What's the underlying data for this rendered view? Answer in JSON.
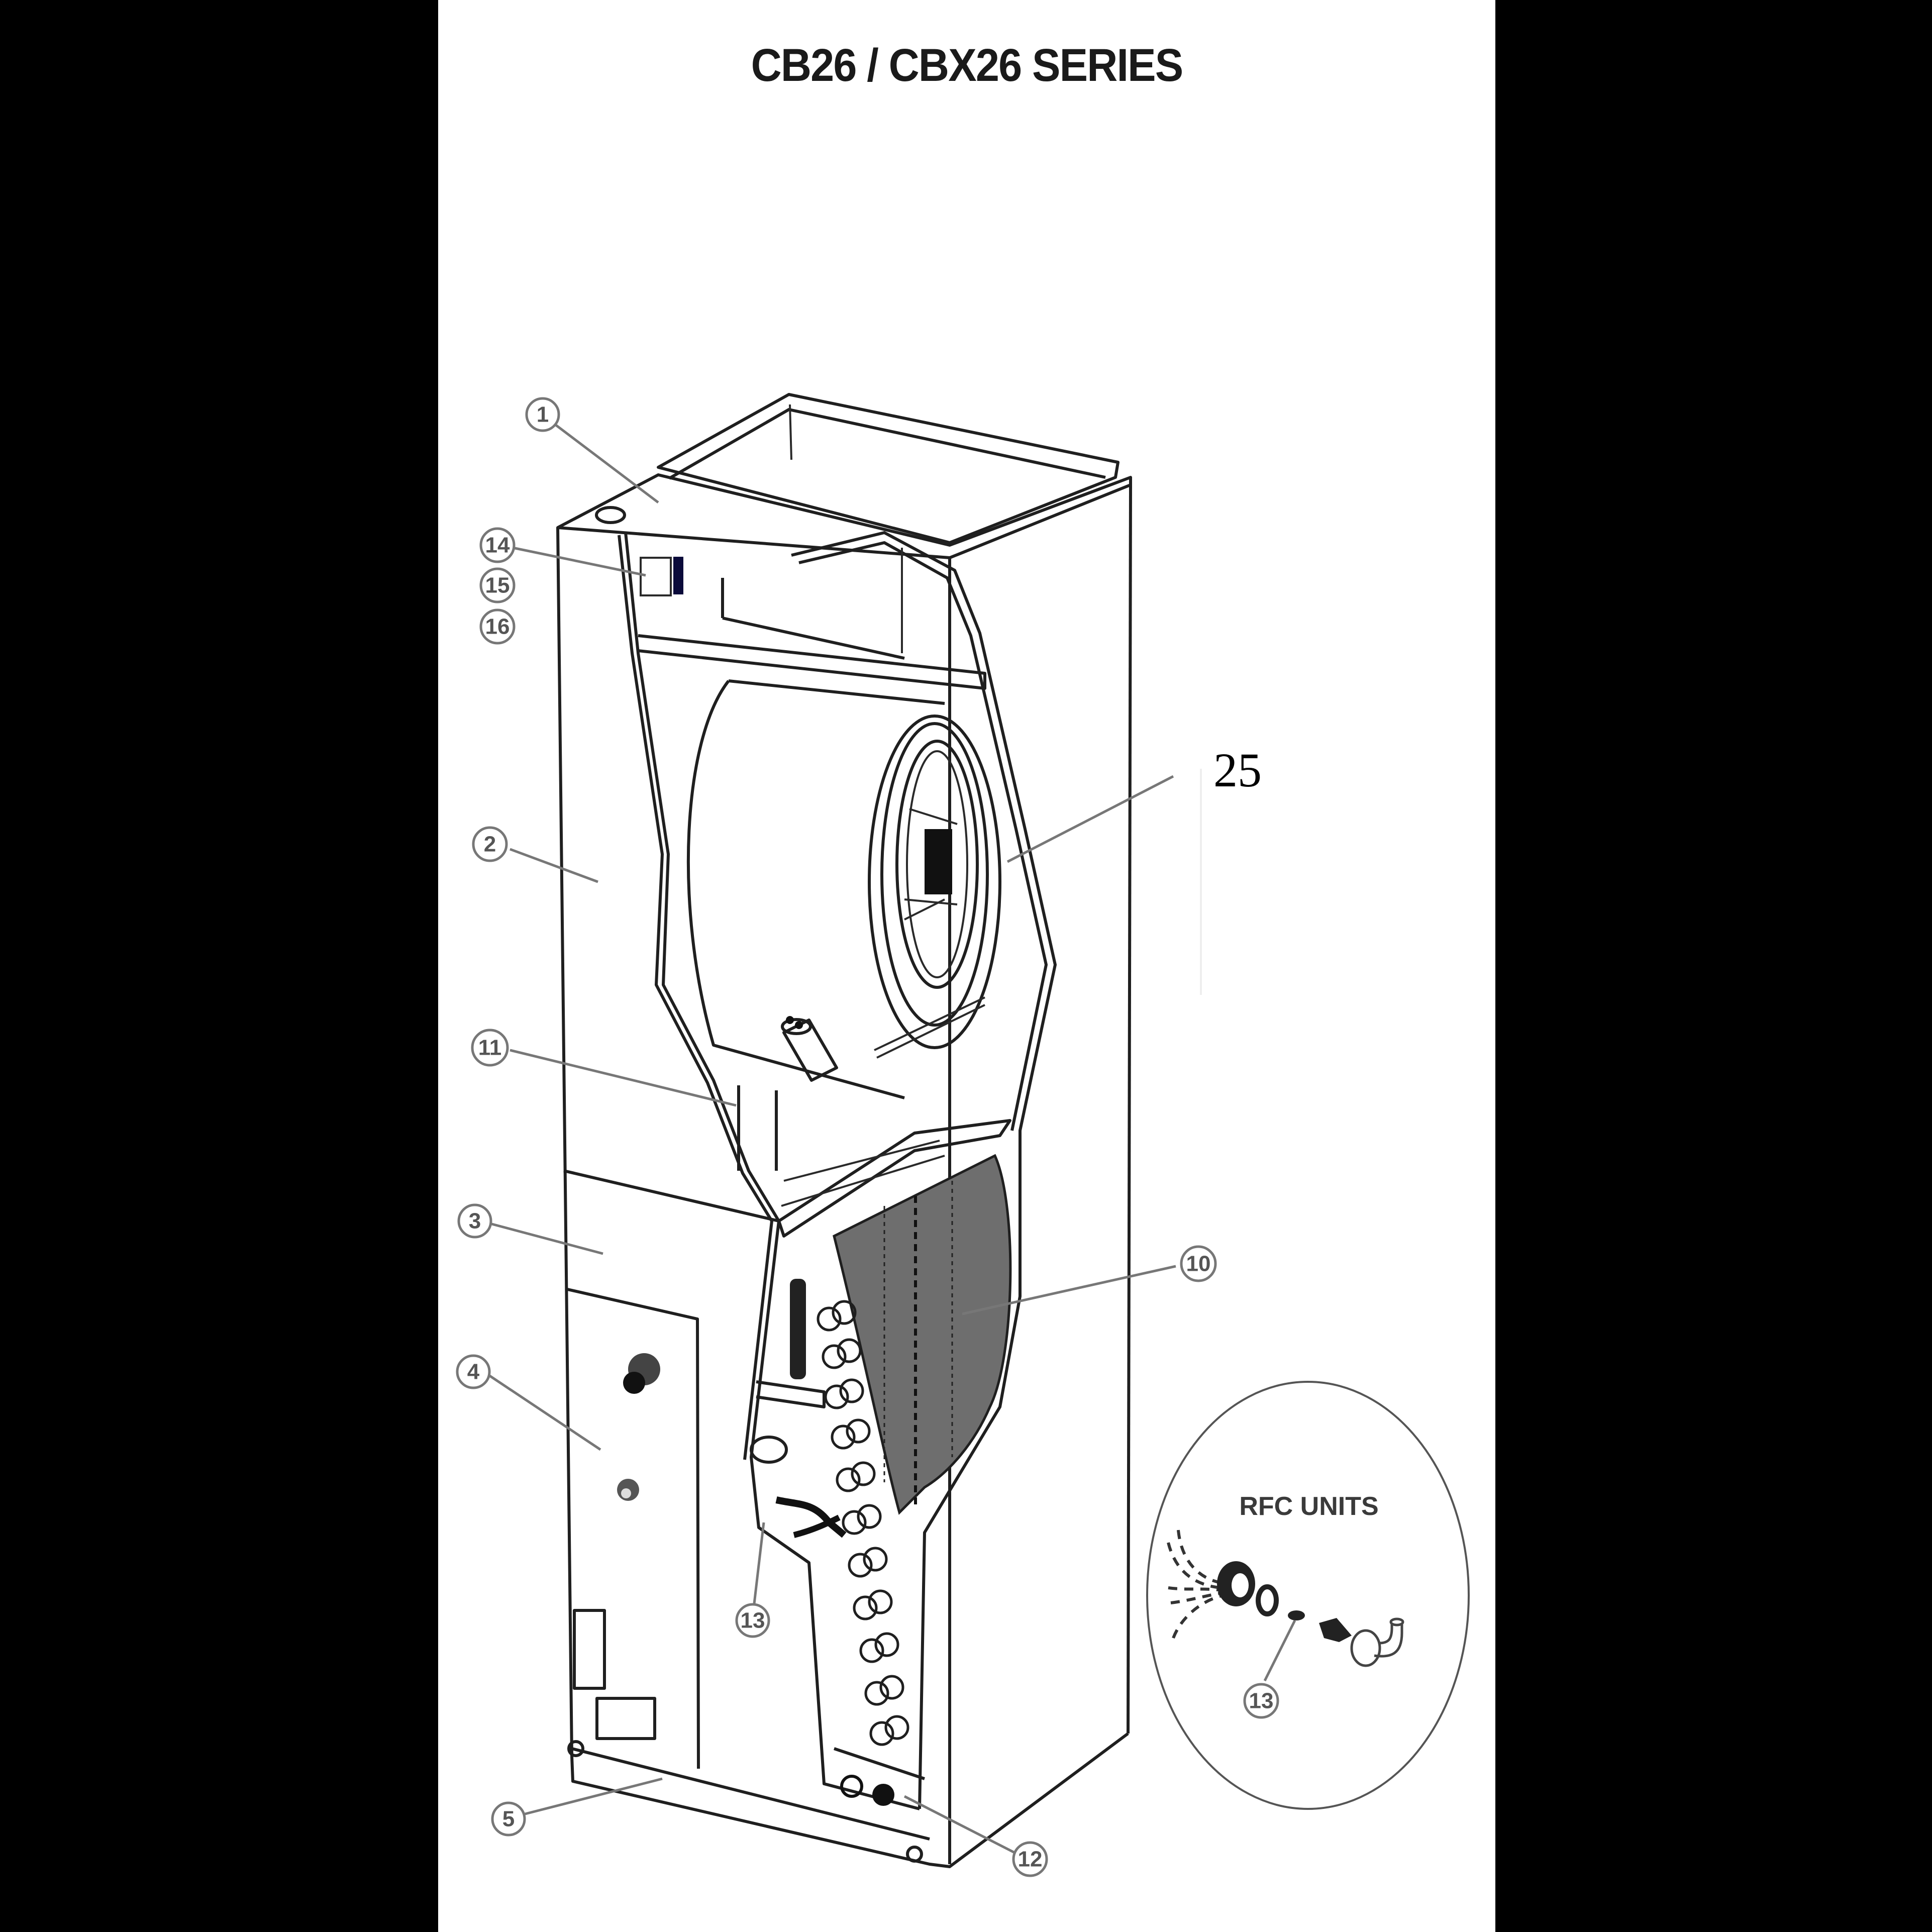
{
  "diagram": {
    "title": "CB26 / CBX26 SERIES",
    "part_callouts": [
      {
        "id": "1",
        "label": "1"
      },
      {
        "id": "2",
        "label": "2"
      },
      {
        "id": "3",
        "label": "3"
      },
      {
        "id": "4",
        "label": "4"
      },
      {
        "id": "5",
        "label": "5"
      },
      {
        "id": "10",
        "label": "10"
      },
      {
        "id": "11",
        "label": "11"
      },
      {
        "id": "12",
        "label": "12"
      },
      {
        "id": "13",
        "label": "13"
      },
      {
        "id": "14",
        "label": "14"
      },
      {
        "id": "15",
        "label": "15"
      },
      {
        "id": "16",
        "label": "16"
      }
    ],
    "added_label": "25",
    "inset": {
      "title": "RFC UNITS",
      "callout": "13"
    },
    "colors": {
      "background": "#000000",
      "panel": "#ffffff",
      "line": "#1f1f1f",
      "leader": "#777777",
      "coil_fill": "#6e6e6e",
      "control_accent": "#0a0a3a"
    }
  }
}
